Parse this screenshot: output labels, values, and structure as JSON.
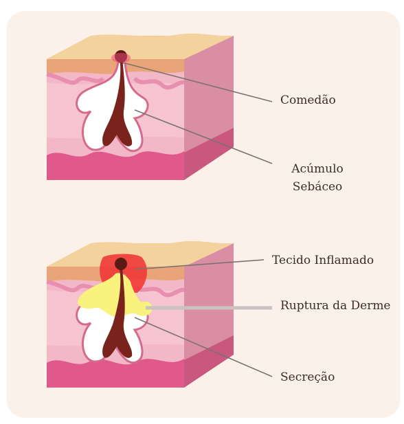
{
  "diagrams": [
    {
      "stage": "comedo",
      "labels": [
        "Comedão",
        "Acúmulo Sebáceo"
      ]
    },
    {
      "stage": "inflamed",
      "labels": [
        "Tecido Inflamado",
        "Ruptura da Derme",
        "Secreção"
      ]
    }
  ],
  "colors": {
    "panel_bg": "#fbf1ea",
    "skin_top": "#f1c98f",
    "epidermis": "#e9a577",
    "dermis": "#f3b8c8",
    "dermis_right": "#d98ea4",
    "subcutis": "#e0598a",
    "follicle_outline": "#d46b8d",
    "sebum": "#ffffff",
    "hair": "#7a231c",
    "inflammation": "#ef3a37",
    "secretion": "#f9f37e",
    "leader_line": "#7b7270"
  }
}
